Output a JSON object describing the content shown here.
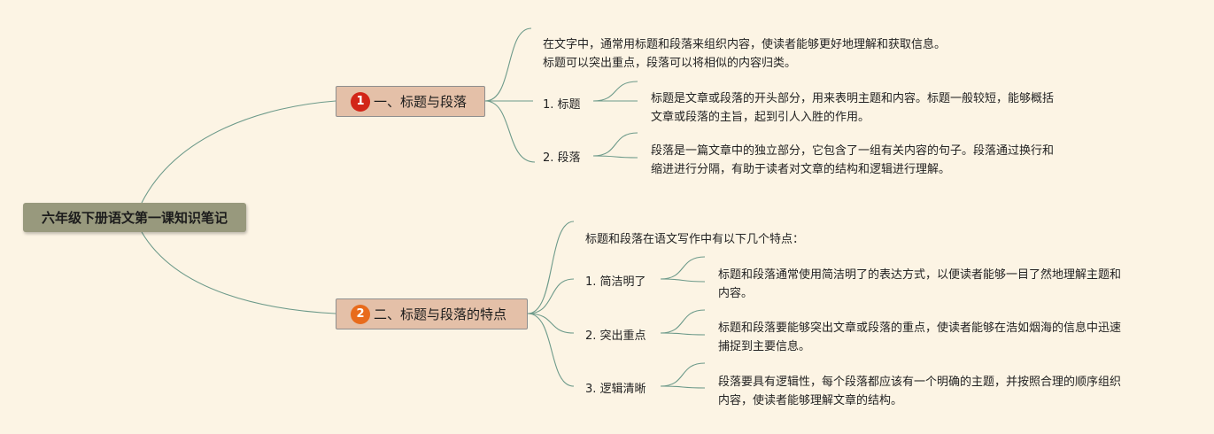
{
  "root": {
    "label": "六年级下册语文第一课知识笔记"
  },
  "branch1": {
    "badge": "1",
    "label": "一、标题与段落",
    "intro_line1": "在文字中，通常用标题和段落来组织内容，使读者能够更好地理解和获取信息。",
    "intro_line2": "标题可以突出重点，段落可以将相似的内容归类。",
    "items": [
      {
        "label": "1. 标题",
        "desc_line1": "标题是文章或段落的开头部分，用来表明主题和内容。标题一般较短，能够概括",
        "desc_line2": "文章或段落的主旨，起到引人入胜的作用。"
      },
      {
        "label": "2. 段落",
        "desc_line1": "段落是一篇文章中的独立部分，它包含了一组有关内容的句子。段落通过换行和",
        "desc_line2": "缩进进行分隔，有助于读者对文章的结构和逻辑进行理解。"
      }
    ]
  },
  "branch2": {
    "badge": "2",
    "label": "二、标题与段落的特点",
    "intro": "标题和段落在语文写作中有以下几个特点：",
    "items": [
      {
        "label": "1. 简洁明了",
        "desc_line1": "标题和段落通常使用简洁明了的表达方式，以便读者能够一目了然地理解主题和",
        "desc_line2": "内容。"
      },
      {
        "label": "2. 突出重点",
        "desc_line1": "标题和段落要能够突出文章或段落的重点，使读者能够在浩如烟海的信息中迅速",
        "desc_line2": "捕捉到主要信息。"
      },
      {
        "label": "3. 逻辑清晰",
        "desc_line1": "段落要具有逻辑性，每个段落都应该有一个明确的主题，并按照合理的顺序组织",
        "desc_line2": "内容，使读者能够理解文章的结构。"
      }
    ]
  },
  "colors": {
    "background": "#fcf4e4",
    "root_fill": "#98997d",
    "main_fill": "#e4c0a8",
    "connector": "#6d9a8a",
    "badge1": "#d22518",
    "badge2": "#e86b1c"
  }
}
